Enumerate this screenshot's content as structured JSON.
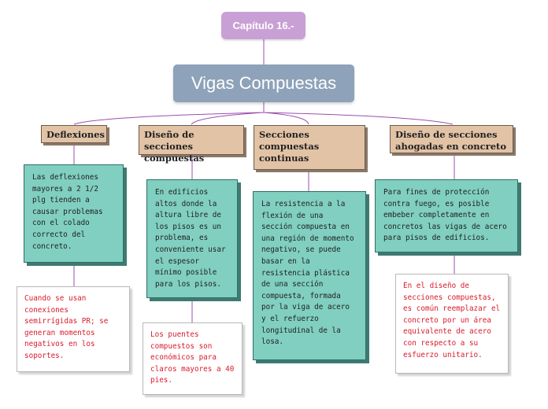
{
  "chapter": "Capítulo 16.-",
  "main_title": "Vigas Compuestas",
  "branches": [
    {
      "title": "Deflexiones",
      "description": "Las deflexiones mayores a 2 1/2 plg tienden a causar problemas con el colado correcto del concreto.",
      "note": "Cuando se usan conexiones semirrígidas PR; se generan momentos negativos en los soportes."
    },
    {
      "title": "Diseño de secciones compuestas",
      "description": "En edificios altos donde la altura libre de los pisos es un problema, es conveniente usar el espesor mínimo posible para los pisos.",
      "note": "Los puentes compuestos son económicos para claros mayores a 40 pies."
    },
    {
      "title": "Secciones compuestas continuas",
      "description": "La resistencia a la flexión de una sección compuesta en una región de momento negativo, se puede basar en la resistencia plástica de una sección compuesta, formada por la viga de acero y el refuerzo longitudinal de la losa."
    },
    {
      "title": "Diseño de secciones ahogadas en concreto",
      "description": "Para fines de protección contra fuego, es posible embeber completamente en concretos las vigas de acero para pisos de edificios.",
      "note": "En el diseño de secciones compuestas, es común reemplazar el concreto por un área equivalente de acero con respecto a su esfuerzo unitario."
    }
  ],
  "colors": {
    "connector": "#9a4fb0",
    "chapter_bg": "#c9a0d6",
    "main_bg": "#8ea2b9",
    "category_bg": "#e2c3a6",
    "description_bg": "#80cfc0",
    "note_text": "#d81b2b"
  }
}
